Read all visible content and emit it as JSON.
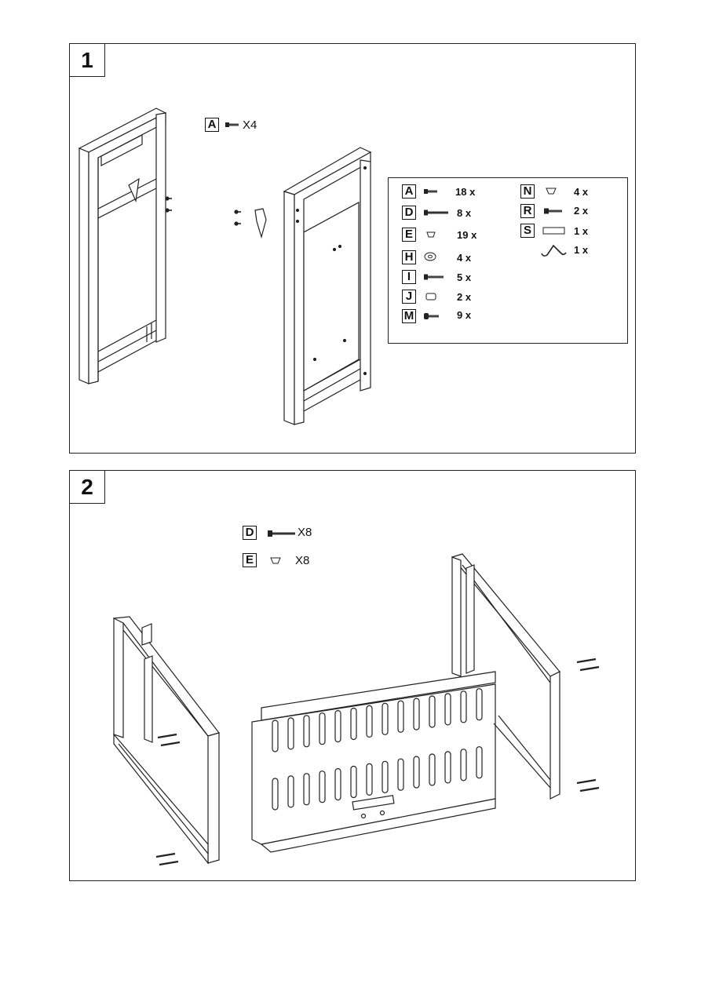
{
  "step1": {
    "number": "1",
    "callout": {
      "letter": "A",
      "qty": "X4"
    },
    "parts": [
      {
        "letter": "A",
        "qty": "18 x",
        "icon": "bolt-short-icon"
      },
      {
        "letter": "D",
        "qty": "8 x",
        "icon": "bolt-long-icon"
      },
      {
        "letter": "E",
        "qty": "19 x",
        "icon": "nut-icon"
      },
      {
        "letter": "H",
        "qty": "4 x",
        "icon": "washer-icon"
      },
      {
        "letter": "I",
        "qty": "5 x",
        "icon": "bolt-medium-icon"
      },
      {
        "letter": "J",
        "qty": "2 x",
        "icon": "spacer-icon"
      },
      {
        "letter": "M",
        "qty": "9 x",
        "icon": "screw-icon"
      },
      {
        "letter": "N",
        "qty": "4 x",
        "icon": "nut-icon"
      },
      {
        "letter": "R",
        "qty": "2 x",
        "icon": "bolt-medium-icon"
      },
      {
        "letter": "S",
        "qty": "1 x",
        "icon": "plate-icon"
      },
      {
        "letter": "",
        "qty": "1 x",
        "icon": "hook-icon"
      }
    ]
  },
  "step2": {
    "number": "2",
    "callouts": [
      {
        "letter": "D",
        "qty": "X8",
        "icon": "bolt-long-icon"
      },
      {
        "letter": "E",
        "qty": "X8",
        "icon": "nut-icon"
      }
    ]
  }
}
